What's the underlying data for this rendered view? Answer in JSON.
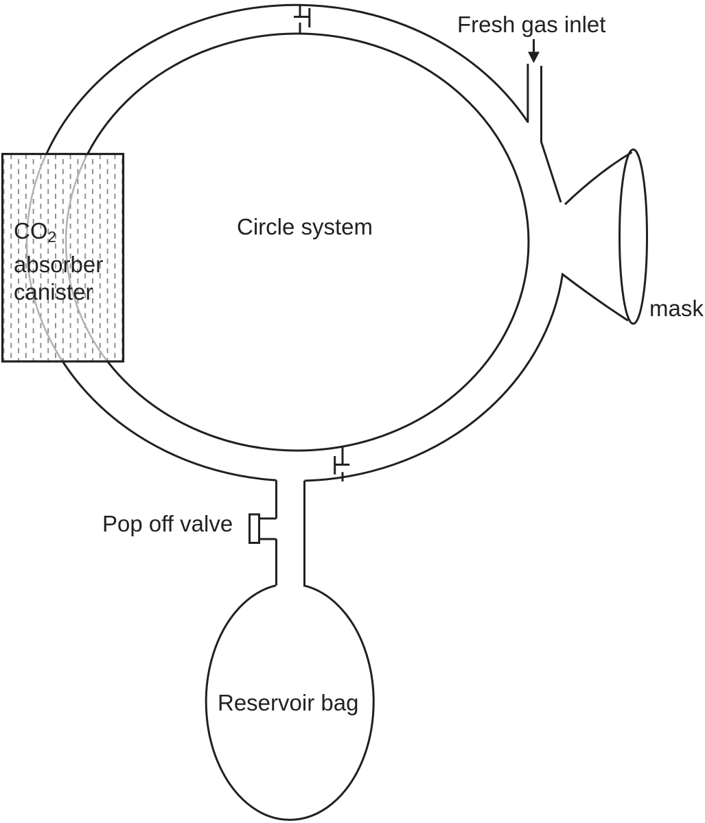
{
  "labels": {
    "fresh_gas_inlet": "Fresh gas inlet",
    "circle_system": "Circle system",
    "mask": "mask",
    "canister_line1_main": "CO",
    "canister_line1_sub": "2",
    "canister_line2": "absorber",
    "canister_line3": "canister",
    "pop_off_valve": "Pop off valve",
    "reservoir_bag": "Reservoir bag"
  },
  "colors": {
    "line": "#231f20",
    "canister_arc_gray": "#b3b3b3",
    "canister_dash_gray": "#8a8a8a",
    "background": "#ffffff",
    "text": "#231f20"
  }
}
